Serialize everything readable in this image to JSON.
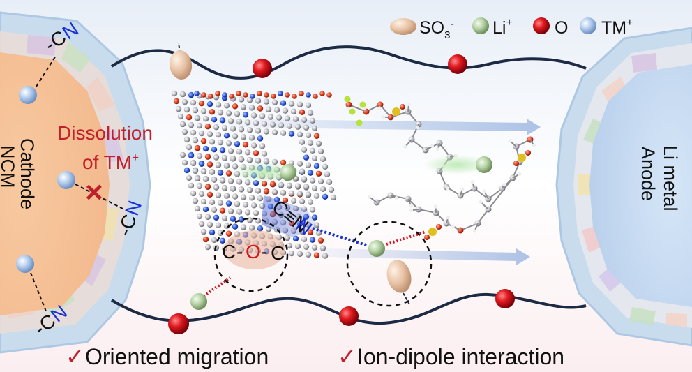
{
  "legend": {
    "items": [
      {
        "label": "SO",
        "sub": "3",
        "sup": "-",
        "icon": "sulfonate-ellipsoid-icon"
      },
      {
        "label": "Li",
        "sup": "+",
        "icon": "lithium-ion-sphere-icon"
      },
      {
        "label": "O",
        "icon": "oxygen-sphere-icon"
      },
      {
        "label": "TM",
        "sup": "+",
        "icon": "transition-metal-ion-sphere-icon"
      }
    ]
  },
  "cathode": {
    "line1": "Cathode",
    "line2": "NCM"
  },
  "anode": {
    "line1": "Li metal",
    "line2": "Anode"
  },
  "dissolution": {
    "line1": "Dissolution",
    "line2": "of TM",
    "sup": "+"
  },
  "nitrile": {
    "dash": "-",
    "c": "C",
    "n": "N",
    "triple": "C≡N"
  },
  "ether": {
    "c1": "C",
    "o": "O",
    "c2": "C"
  },
  "block_mark": "×",
  "features": [
    {
      "check": "✓",
      "label": "Oriented migration"
    },
    {
      "check": "✓",
      "label": "Ion-dipole  interaction"
    }
  ],
  "colors": {
    "label_red": "#c0202a",
    "nitrogen_blue": "#1a2fd8",
    "chain_navy": "#1c2a44",
    "oxygen_red": "#d8141c",
    "lithium_green": "#b7d4a6",
    "tm_blue": "#a9c6ea",
    "sulfonate_tan": "#e6c0a2"
  }
}
